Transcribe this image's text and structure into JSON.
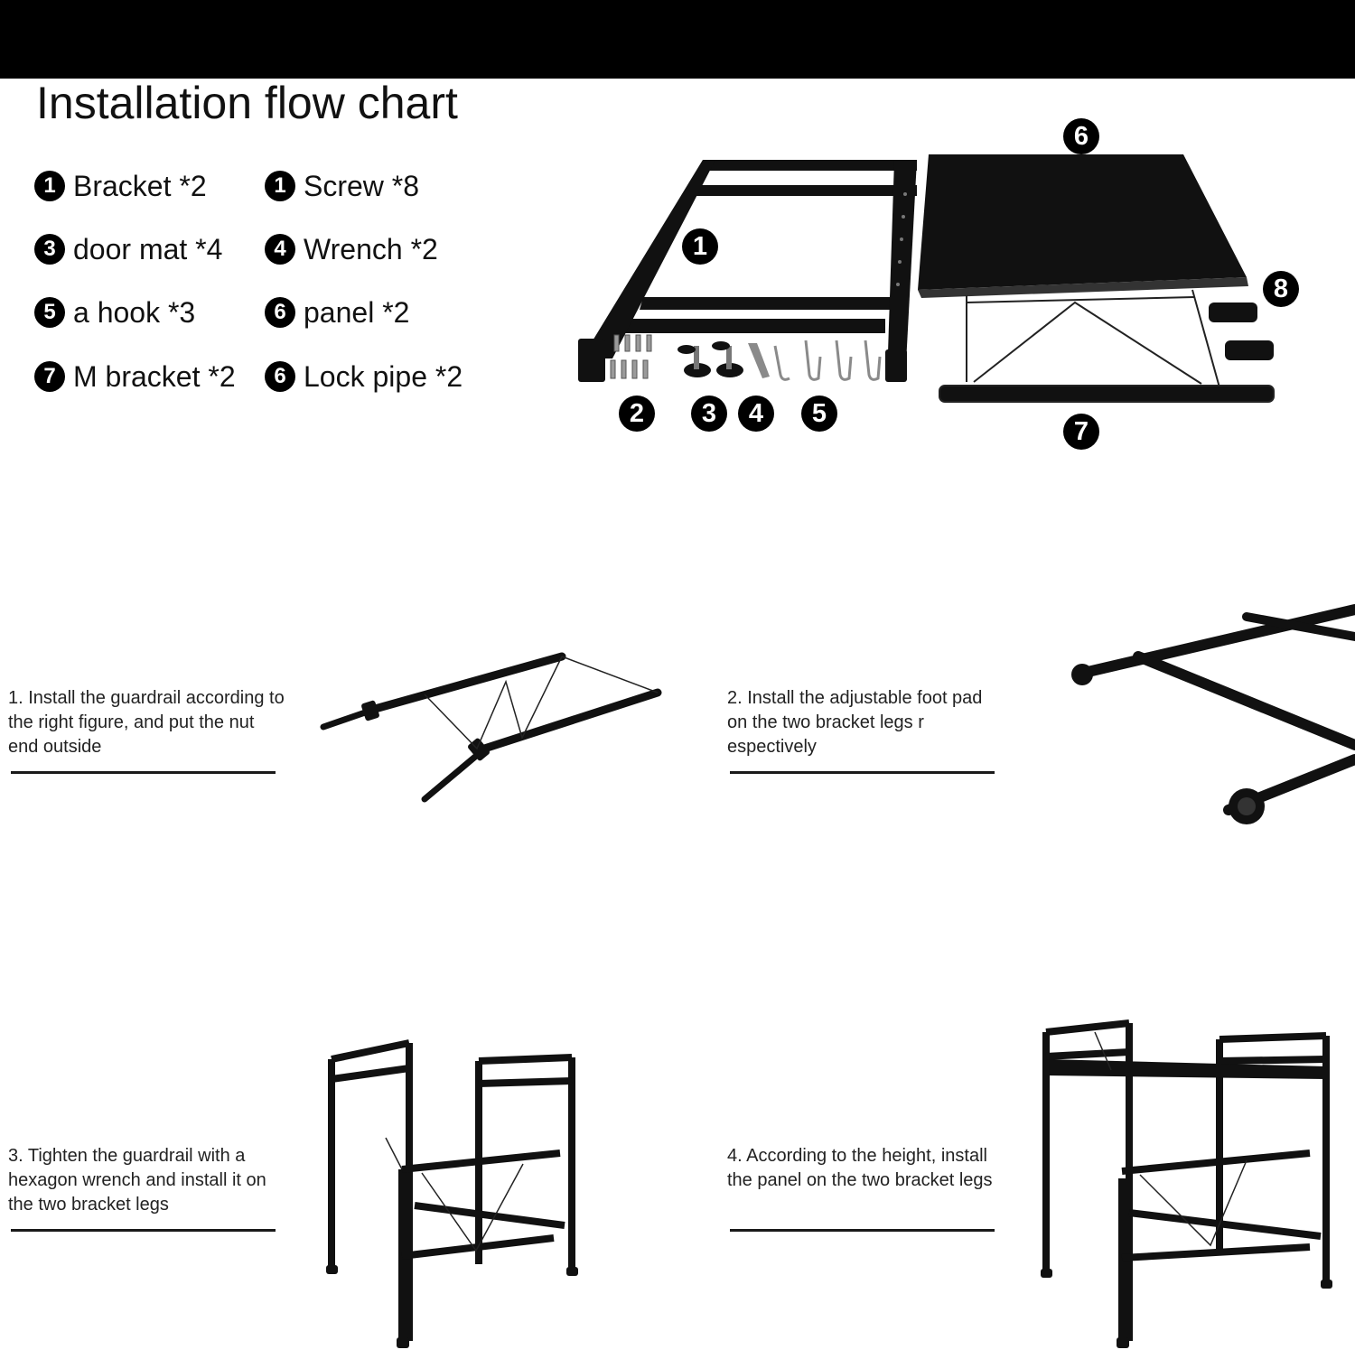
{
  "title": "Installation flow chart",
  "parts": [
    {
      "badge": "1",
      "label": "Bracket *2"
    },
    {
      "badge": "1",
      "label": "Screw *8"
    },
    {
      "badge": "3",
      "label": "door mat *4"
    },
    {
      "badge": "4",
      "label": "Wrench *2"
    },
    {
      "badge": "5",
      "label": "a hook *3"
    },
    {
      "badge": "6",
      "label": "panel *2"
    },
    {
      "badge": "7",
      "label": "M bracket *2"
    },
    {
      "badge": "6",
      "label": "Lock pipe *2"
    }
  ],
  "photo_callouts": [
    "1",
    "2",
    "3",
    "4",
    "5",
    "6",
    "7",
    "8"
  ],
  "steps": [
    {
      "text": "1. Install the guardrail according to the right figure, and put the nut end outside"
    },
    {
      "text": "2. Install the adjustable foot pad on the two bracket legs r espectively"
    },
    {
      "text": "3. Tighten the guardrail with a hexagon wrench and install it on the two bracket legs"
    },
    {
      "text": "4. According to the height, install the panel on the two bracket legs"
    }
  ]
}
